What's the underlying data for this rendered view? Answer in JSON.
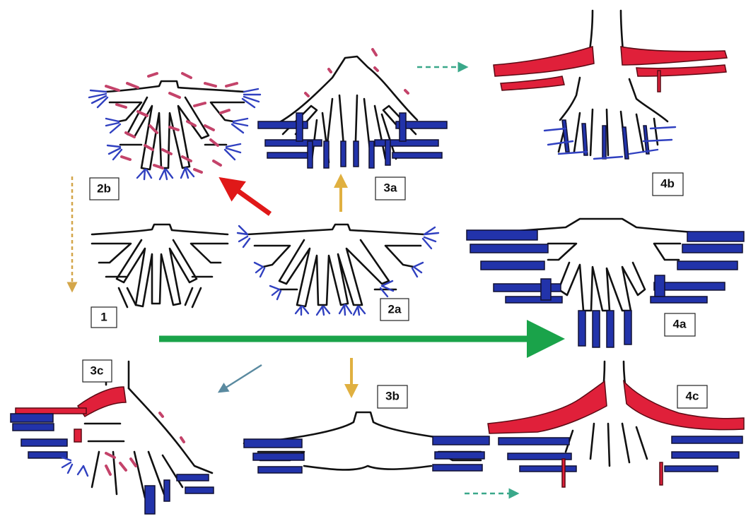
{
  "labels": {
    "l1": "1",
    "l2a": "2a",
    "l2b": "2b",
    "l3a": "3a",
    "l3b": "3b",
    "l3c": "3c",
    "l4a": "4a",
    "l4b": "4b",
    "l4c": "4c"
  },
  "colors": {
    "outline": "#111111",
    "blue": "#2233aa",
    "red": "#e0203a",
    "pink": "#c4436a",
    "arrow_green": "#1aa34a",
    "arrow_red": "#e01818",
    "arrow_yellow": "#e0b040",
    "arrow_teal": "#3aa88a",
    "arrow_slate": "#5a8aa0",
    "arrow_tan": "#d4a64a"
  }
}
